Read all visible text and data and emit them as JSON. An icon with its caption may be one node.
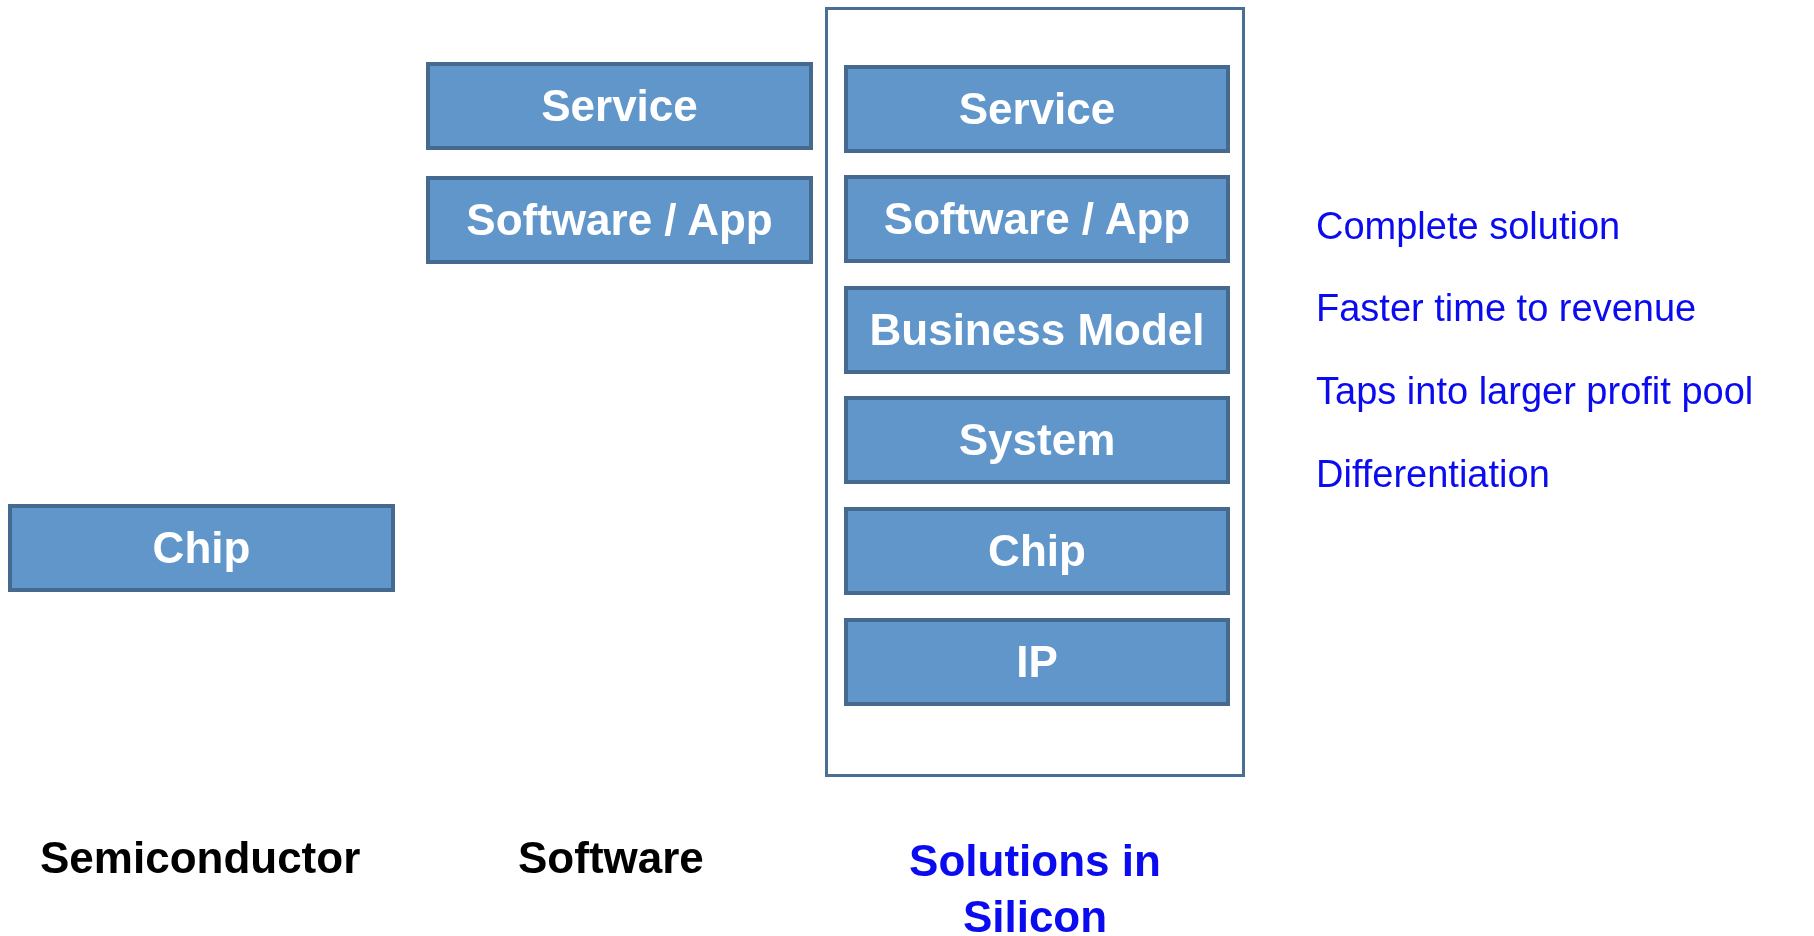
{
  "diagram": {
    "nodes": [
      {
        "text": [
          "Service"
        ]
      },
      {
        "text": [
          "Software / App"
        ]
      },
      {
        "text": [],
        "shape": "box"
      },
      {
        "text": [
          "Service"
        ],
        "in": 2
      },
      {
        "text": [
          "Software / App"
        ],
        "in": 2
      },
      {
        "text": [
          "Business Model"
        ],
        "in": 2
      },
      {
        "text": [
          "System"
        ],
        "in": 2
      },
      {
        "text": [
          "Chip"
        ],
        "in": 2
      },
      {
        "text": [
          "IP"
        ],
        "in": 2
      },
      {
        "text": [
          "Chip"
        ]
      }
    ],
    "edges": [],
    "labels": [
      "Complete solution",
      "Faster time to revenue",
      "Taps into larger profit pool",
      "Differentiation",
      "Semiconductor",
      "Software",
      "Solutions in Silicon"
    ]
  }
}
